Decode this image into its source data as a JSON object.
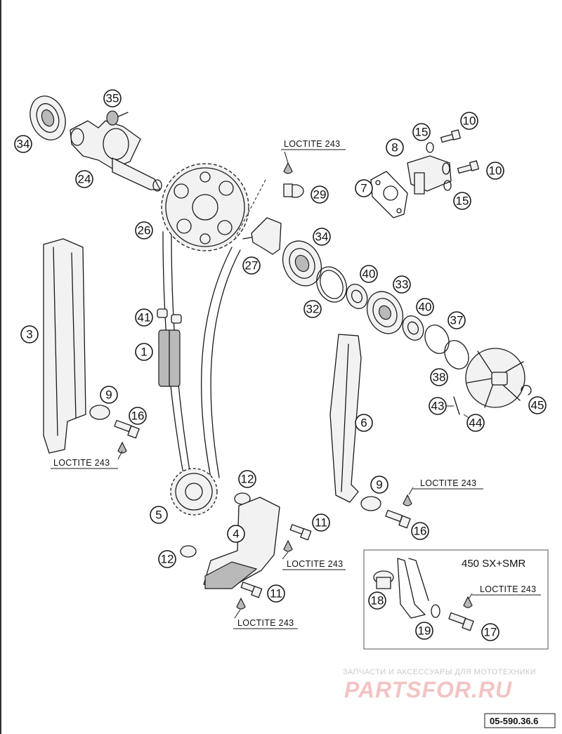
{
  "callouts": [
    {
      "id": "35",
      "label": "35"
    },
    {
      "id": "34a",
      "label": "34"
    },
    {
      "id": "24",
      "label": "24"
    },
    {
      "id": "26",
      "label": "26"
    },
    {
      "id": "29",
      "label": "29"
    },
    {
      "id": "10a",
      "label": "10"
    },
    {
      "id": "15a",
      "label": "15"
    },
    {
      "id": "8",
      "label": "8"
    },
    {
      "id": "10b",
      "label": "10"
    },
    {
      "id": "7",
      "label": "7"
    },
    {
      "id": "15b",
      "label": "15"
    },
    {
      "id": "27",
      "label": "27"
    },
    {
      "id": "34b",
      "label": "34"
    },
    {
      "id": "40a",
      "label": "40"
    },
    {
      "id": "33",
      "label": "33"
    },
    {
      "id": "32",
      "label": "32"
    },
    {
      "id": "40b",
      "label": "40"
    },
    {
      "id": "37",
      "label": "37"
    },
    {
      "id": "38",
      "label": "38"
    },
    {
      "id": "41",
      "label": "41"
    },
    {
      "id": "1",
      "label": "1"
    },
    {
      "id": "3",
      "label": "3"
    },
    {
      "id": "6",
      "label": "6"
    },
    {
      "id": "43",
      "label": "43"
    },
    {
      "id": "44",
      "label": "44"
    },
    {
      "id": "45",
      "label": "45"
    },
    {
      "id": "9a",
      "label": "9"
    },
    {
      "id": "16a",
      "label": "16"
    },
    {
      "id": "12a",
      "label": "12"
    },
    {
      "id": "9b",
      "label": "9"
    },
    {
      "id": "5",
      "label": "5"
    },
    {
      "id": "4",
      "label": "4"
    },
    {
      "id": "11a",
      "label": "11"
    },
    {
      "id": "16b",
      "label": "16"
    },
    {
      "id": "12b",
      "label": "12"
    },
    {
      "id": "11b",
      "label": "11"
    },
    {
      "id": "18",
      "label": "18"
    },
    {
      "id": "19",
      "label": "19"
    },
    {
      "id": "17",
      "label": "17"
    }
  ],
  "notes": {
    "loctite": "LOCTITE 243"
  },
  "inset": {
    "title": "450 SX+SMR"
  },
  "watermark": {
    "tagline": "ЗАПЧАСТИ И АКСЕССУАРЫ ДЛЯ МОТОТЕХНИКИ",
    "logo": "PARTSFOR.RU"
  },
  "drawing_code": "05-590.36.6"
}
